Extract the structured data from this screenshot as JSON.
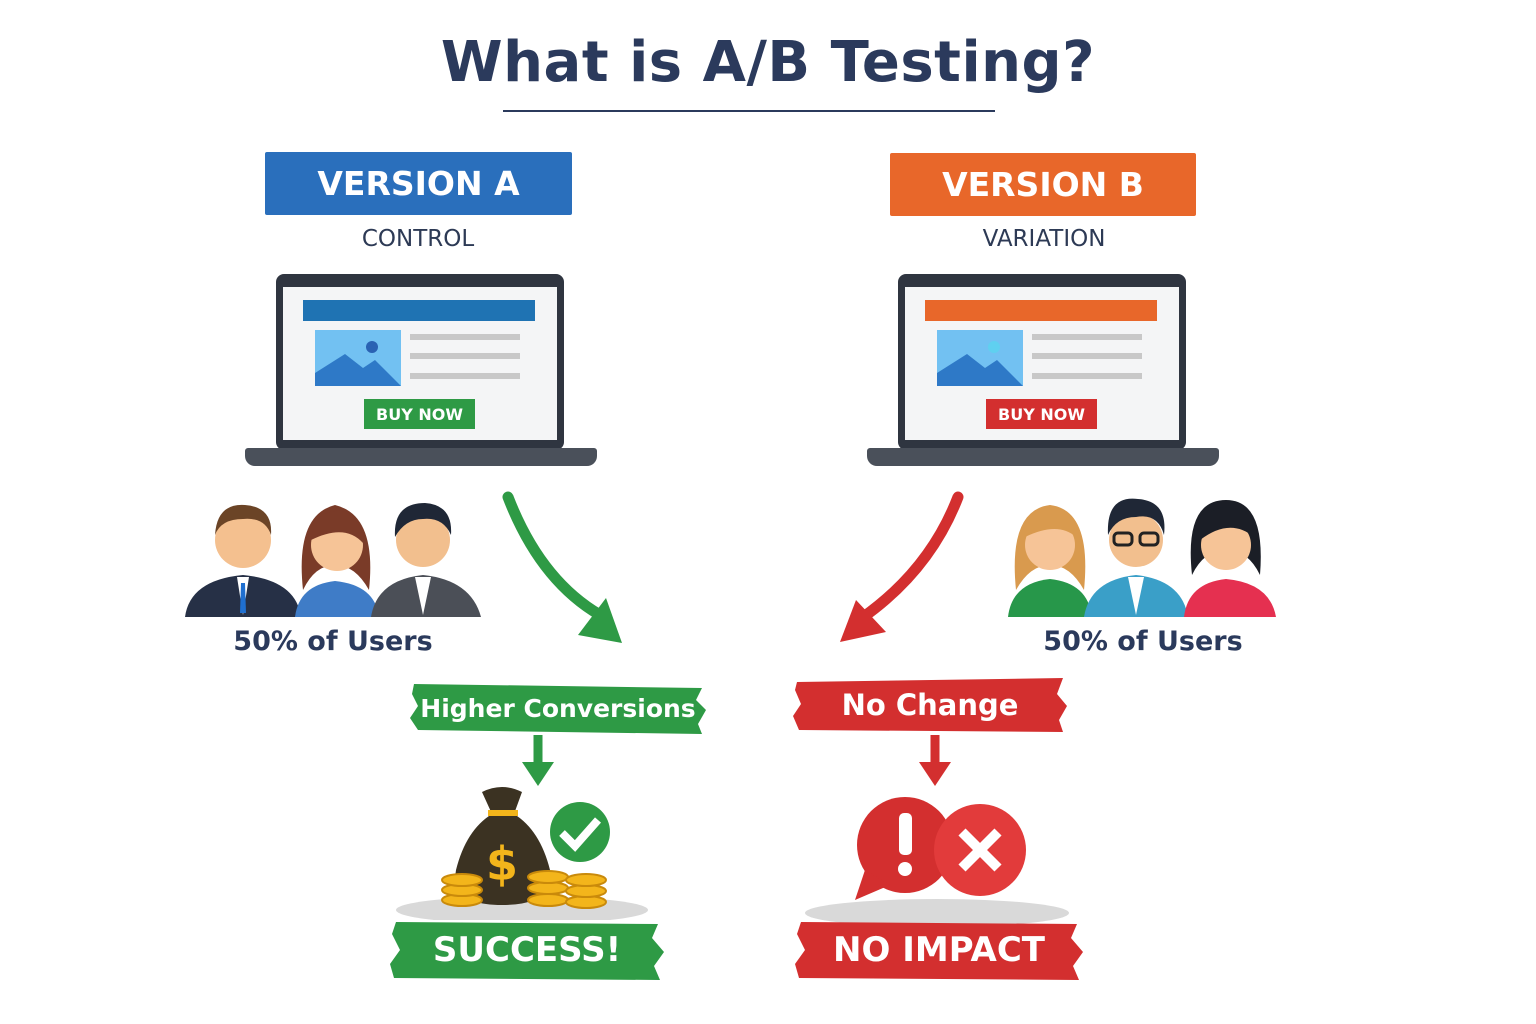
{
  "title": "What is A/B Testing?",
  "version_a": {
    "label": "VERSION A",
    "subtitle": "CONTROL",
    "button": "BUY NOW",
    "users": "50% of Users",
    "outcome": "Higher Conversions",
    "result": "SUCCESS!",
    "color": "#2a6fbc"
  },
  "version_b": {
    "label": "VERSION B",
    "subtitle": "VARIATION",
    "button": "BUY NOW",
    "users": "50% of Users",
    "outcome": "No Change",
    "result": "NO IMPACT",
    "color": "#e8672a"
  },
  "colors": {
    "green": "#2e9a45",
    "red": "#d32f2f",
    "navy": "#2b3a5c"
  }
}
